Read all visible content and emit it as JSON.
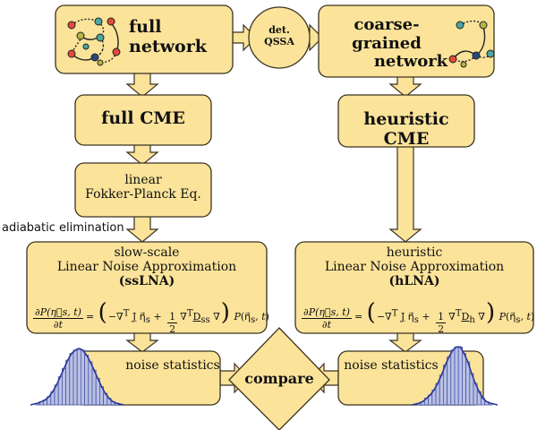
{
  "boxes": {
    "full_network": {
      "line1": "full",
      "line2": "network"
    },
    "det_qssa": {
      "line1": "det.",
      "line2": "QSSA"
    },
    "coarse_grained": {
      "line1": "coarse-grained",
      "line2": "network"
    },
    "full_cme": "full CME",
    "heuristic_cme": "heuristic CME",
    "linear_fp": {
      "line1": "linear",
      "line2": "Fokker-Planck Eq."
    },
    "adiabatic": "adiabatic elimination",
    "sslna": {
      "line1": "slow-scale",
      "line2": "Linear Noise Approximation",
      "line3": "(ssLNA)"
    },
    "hlna": {
      "line1": "heuristic",
      "line2": "Linear Noise Approximation",
      "line3": "(hLNA)"
    },
    "noise_left": "noise statistics",
    "noise_right": "noise statistics",
    "compare": "compare"
  },
  "equations": {
    "sslna": {
      "num": "∂P(η⃗s, t)",
      "den": "∂t",
      "mid": "= (−∇ᵀ J η⃗s + ½∇ᵀ Dss ∇) P(η⃗s, t)",
      "lhs": "= ",
      "rhs": "P(η⃗s, t)",
      "sub": "ss"
    },
    "hlna": {
      "num": "∂P(η⃗s, t)",
      "den": "∂t",
      "mid": "= (−∇ᵀ J η⃗s + ½∇ᵀ Dh ∇) P(η⃗s, t)",
      "lhs": "= ",
      "rhs": "P(η⃗s, t)",
      "sub": "h"
    }
  },
  "colors": {
    "box_fill": "#fbe39a",
    "box_stroke": "#3a3320",
    "hist_fill": "#b9c0e4",
    "hist_stroke": "#4c57a6",
    "curve": "#28389a",
    "node_red": "#e04a3a",
    "node_teal": "#4aa6a0",
    "node_navy": "#274a7a",
    "node_olive": "#b5b447"
  },
  "histogram_left": [
    1,
    2,
    3,
    5,
    8,
    12,
    17,
    22,
    27,
    31,
    33,
    34,
    33,
    30,
    26,
    21,
    16,
    11,
    7,
    4,
    2,
    1
  ],
  "histogram_right": [
    1,
    2,
    4,
    6,
    9,
    13,
    18,
    24,
    29,
    33,
    35,
    35,
    31,
    26,
    19,
    13,
    8,
    4,
    2,
    1
  ]
}
